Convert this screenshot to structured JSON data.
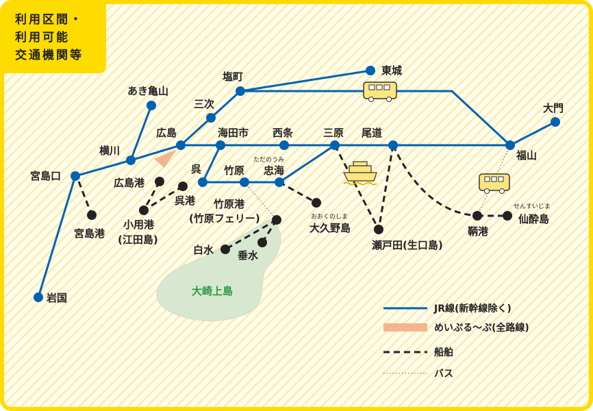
{
  "title": [
    "利用区間・",
    "利用可能",
    "交通機関等"
  ],
  "colors": {
    "frame": "#ffdc00",
    "jr": "#0062b1",
    "meipuru": "#f5b48e",
    "island": "#d8e8d0",
    "island_text": "#2a9a3c"
  },
  "jr_stations": {
    "miyajimaguchi": "宮島口",
    "yokogawa": "横川",
    "hiroshima": "広島",
    "kaitaichi": "海田市",
    "saijo": "西条",
    "mihara": "三原",
    "onomichi": "尾道",
    "fukuyama": "福山",
    "daimon": "大門",
    "miyoshi": "三次",
    "shiomachi": "塩町",
    "tojo": "東城",
    "akikameyama": "あき亀山",
    "iwakuni": "岩国",
    "kure": "呉",
    "takehara": "竹原",
    "tadanoumi": "忠海"
  },
  "tadanoumi_ruby": "ただのうみ",
  "ports": {
    "miyajimako": "宮島港",
    "hiroshimako": "広島港",
    "kureko": "呉港",
    "koyoko": "小用港",
    "koyoko_sub": "(江田島)",
    "takeharako": "竹原港",
    "takeharako_sub": "(竹原フェリー)",
    "shiromizu": "白水",
    "tarumi": "垂水",
    "okunoshima": "大久野島",
    "okunoshima_ruby": "おおくのしま",
    "setoda": "瀬戸田(生口島)",
    "tomonoura": "鞆港",
    "sensuijima": "仙酔島",
    "sensuijima_ruby": "せんすいじま"
  },
  "island": "大崎上島",
  "legend": [
    {
      "label": "JR線(新幹線除く)",
      "icon": "blue-line"
    },
    {
      "label": "めいぷる〜ぷ(全路線)",
      "icon": "orange-band"
    },
    {
      "label": "船舶",
      "icon": "dashed-line"
    },
    {
      "label": "バス",
      "icon": "dotted-line"
    }
  ]
}
